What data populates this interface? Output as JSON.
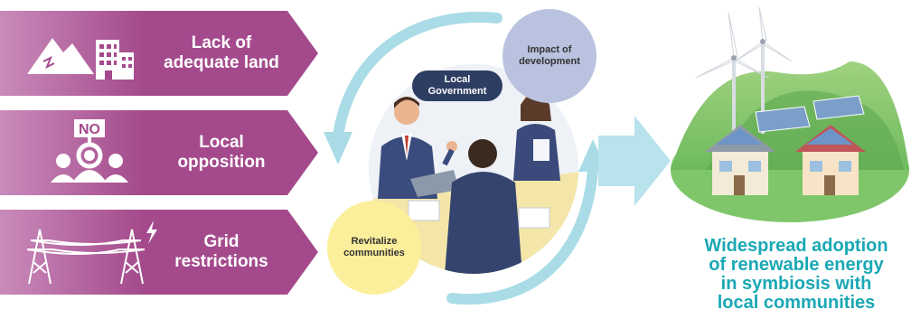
{
  "challenges": [
    {
      "label": "Lack of\nadequate land",
      "icon": "mountain-building-icon"
    },
    {
      "label": "Local\nopposition",
      "icon": "no-protest-icon"
    },
    {
      "label": "Grid\nrestrictions",
      "icon": "power-tower-icon"
    }
  ],
  "meeting": {
    "government_label": "Local\nGovernment",
    "impact_label": "Impact of\ndevelopment",
    "revitalize_label": "Revitalize\ncommunities"
  },
  "result": {
    "text": "Widespread adoption\nof renewable energy\nin symbiosis with\nlocal communities",
    "icon": "wind-solar-village-icon"
  },
  "colors": {
    "banner": "#a44a8c",
    "banner_light": "#c98bba",
    "government_pill": "#2e3e63",
    "impact_bubble": "#b9c3e0",
    "revitalize_bubble": "#fbef9b",
    "cycle_arrow": "#a9dce6",
    "big_arrow": "#b9e3ec",
    "result_text": "#1aa8b5",
    "hill": "#7fc66b"
  }
}
